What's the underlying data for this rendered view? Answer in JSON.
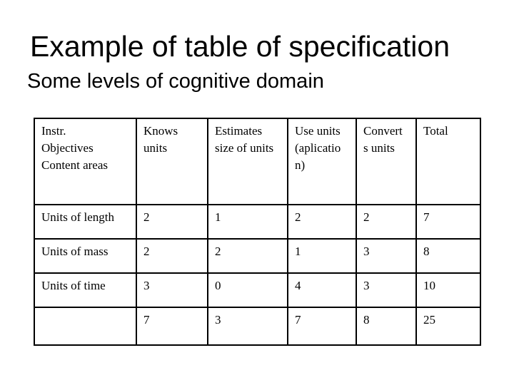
{
  "slide": {
    "title": "Example of table of specification",
    "subtitle": "Some levels of cognitive domain"
  },
  "colors": {
    "background": "#ffffff",
    "text": "#000000",
    "table_border": "#000000"
  },
  "table": {
    "columns": [
      {
        "header": "Instr.\nObjectives\nContent areas"
      },
      {
        "header": "Knows\nunits"
      },
      {
        "header": "Estimates\nsize of units"
      },
      {
        "header": "Use units\n(aplicatio\nn)"
      },
      {
        "header": "Convert\ns units"
      },
      {
        "header": "Total"
      }
    ],
    "rows": [
      {
        "label": "Units of length",
        "values": [
          "2",
          "1",
          "2",
          "2",
          "7"
        ]
      },
      {
        "label": "Units of mass",
        "values": [
          "2",
          "2",
          "1",
          "3",
          "8"
        ]
      },
      {
        "label": "Units of time",
        "values": [
          "3",
          "0",
          "4",
          "3",
          "10"
        ]
      },
      {
        "label": "",
        "values": [
          "7",
          "3",
          "7",
          "8",
          "25"
        ]
      }
    ]
  }
}
